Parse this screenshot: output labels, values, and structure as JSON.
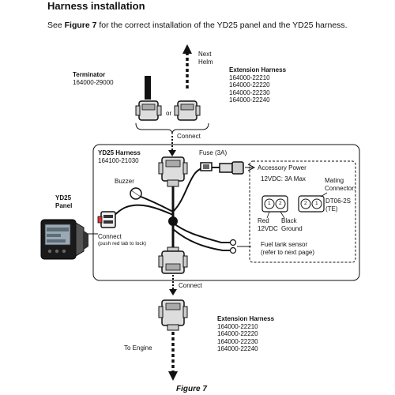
{
  "heading": "Harness installation",
  "intro": {
    "prefix": "See ",
    "figure_ref": "Figure 7",
    "suffix": " for the correct installation of the YD25 panel and the YD25 harness."
  },
  "labels": {
    "next_helm": [
      "Next",
      "Helm"
    ],
    "terminator_title": "Terminator",
    "terminator_pn": "164000-29000",
    "or": "or",
    "connect_top": "Connect",
    "connect_panel": "Connect",
    "connect_panel_note": "(push red tab to lock)",
    "connect_bottom": "Connect",
    "panel_name": [
      "YD25",
      "Panel"
    ],
    "buzzer": "Buzzer",
    "fuse": "Fuse (3A)",
    "harness_title": "YD25 Harness",
    "harness_pn": "164100-21030",
    "accessory_power": "Accessory Power",
    "accessory_rating": "12VDC: 3A Max",
    "mating": [
      "Mating",
      "Connector:"
    ],
    "mating_part": [
      "DT06-2S",
      "(TE)"
    ],
    "pin_1": "1",
    "pin_2": "2",
    "red": [
      "Red",
      "12VDC"
    ],
    "black": [
      "Black",
      "Ground"
    ],
    "fuel_sensor": [
      "Fuel tank sensor",
      "(refer to next page)"
    ],
    "to_engine": "To Engine",
    "figure_caption": "Figure 7"
  },
  "extension_top": {
    "title": "Extension Harness",
    "part_numbers": [
      "164000-22210",
      "164000-22220",
      "164000-22230",
      "164000-22240"
    ]
  },
  "extension_bottom": {
    "title": "Extension Harness",
    "part_numbers": [
      "164000-22210",
      "164000-22220",
      "164000-22230",
      "164000-22240"
    ]
  },
  "icons": [
    "up-arrow-icon",
    "down-arrow-icon",
    "panel-gauge-icon",
    "fuse-icon",
    "buzzer-icon"
  ]
}
